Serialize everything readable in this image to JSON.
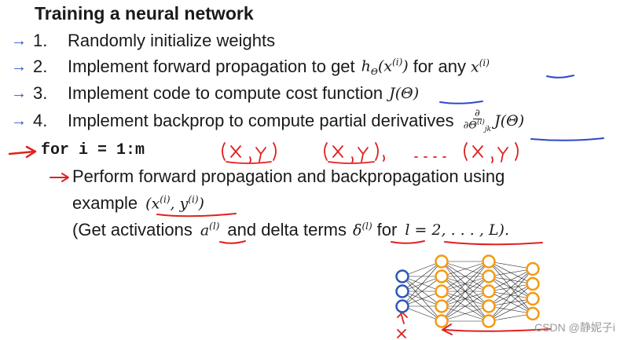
{
  "title": "Training a neural network",
  "steps": [
    {
      "num": "1.",
      "text": "Randomly initialize weights"
    },
    {
      "num": "2.",
      "text": "Implement forward propagation to get",
      "mid": "for any"
    },
    {
      "num": "3.",
      "text": "Implement code to compute cost function"
    },
    {
      "num": "4.",
      "text": "Implement backprop to compute partial derivatives"
    }
  ],
  "loop_code": "for i = 1:m",
  "substep": {
    "line1": "Perform forward propagation and backpropagation using",
    "line2": "example",
    "line3_a": "(Get activations",
    "line3_b": "and delta terms",
    "line3_c": "for",
    "line3_d": "l = 2, . . . , L)."
  },
  "watermark": "CSDN @静妮子i",
  "colors": {
    "arrow_blue": "#3355cc",
    "ink_red": "#e02020",
    "node_blue": "#2b56b8",
    "node_orange": "#f39a10"
  },
  "network": {
    "layers": [
      3,
      5,
      5,
      4
    ]
  }
}
